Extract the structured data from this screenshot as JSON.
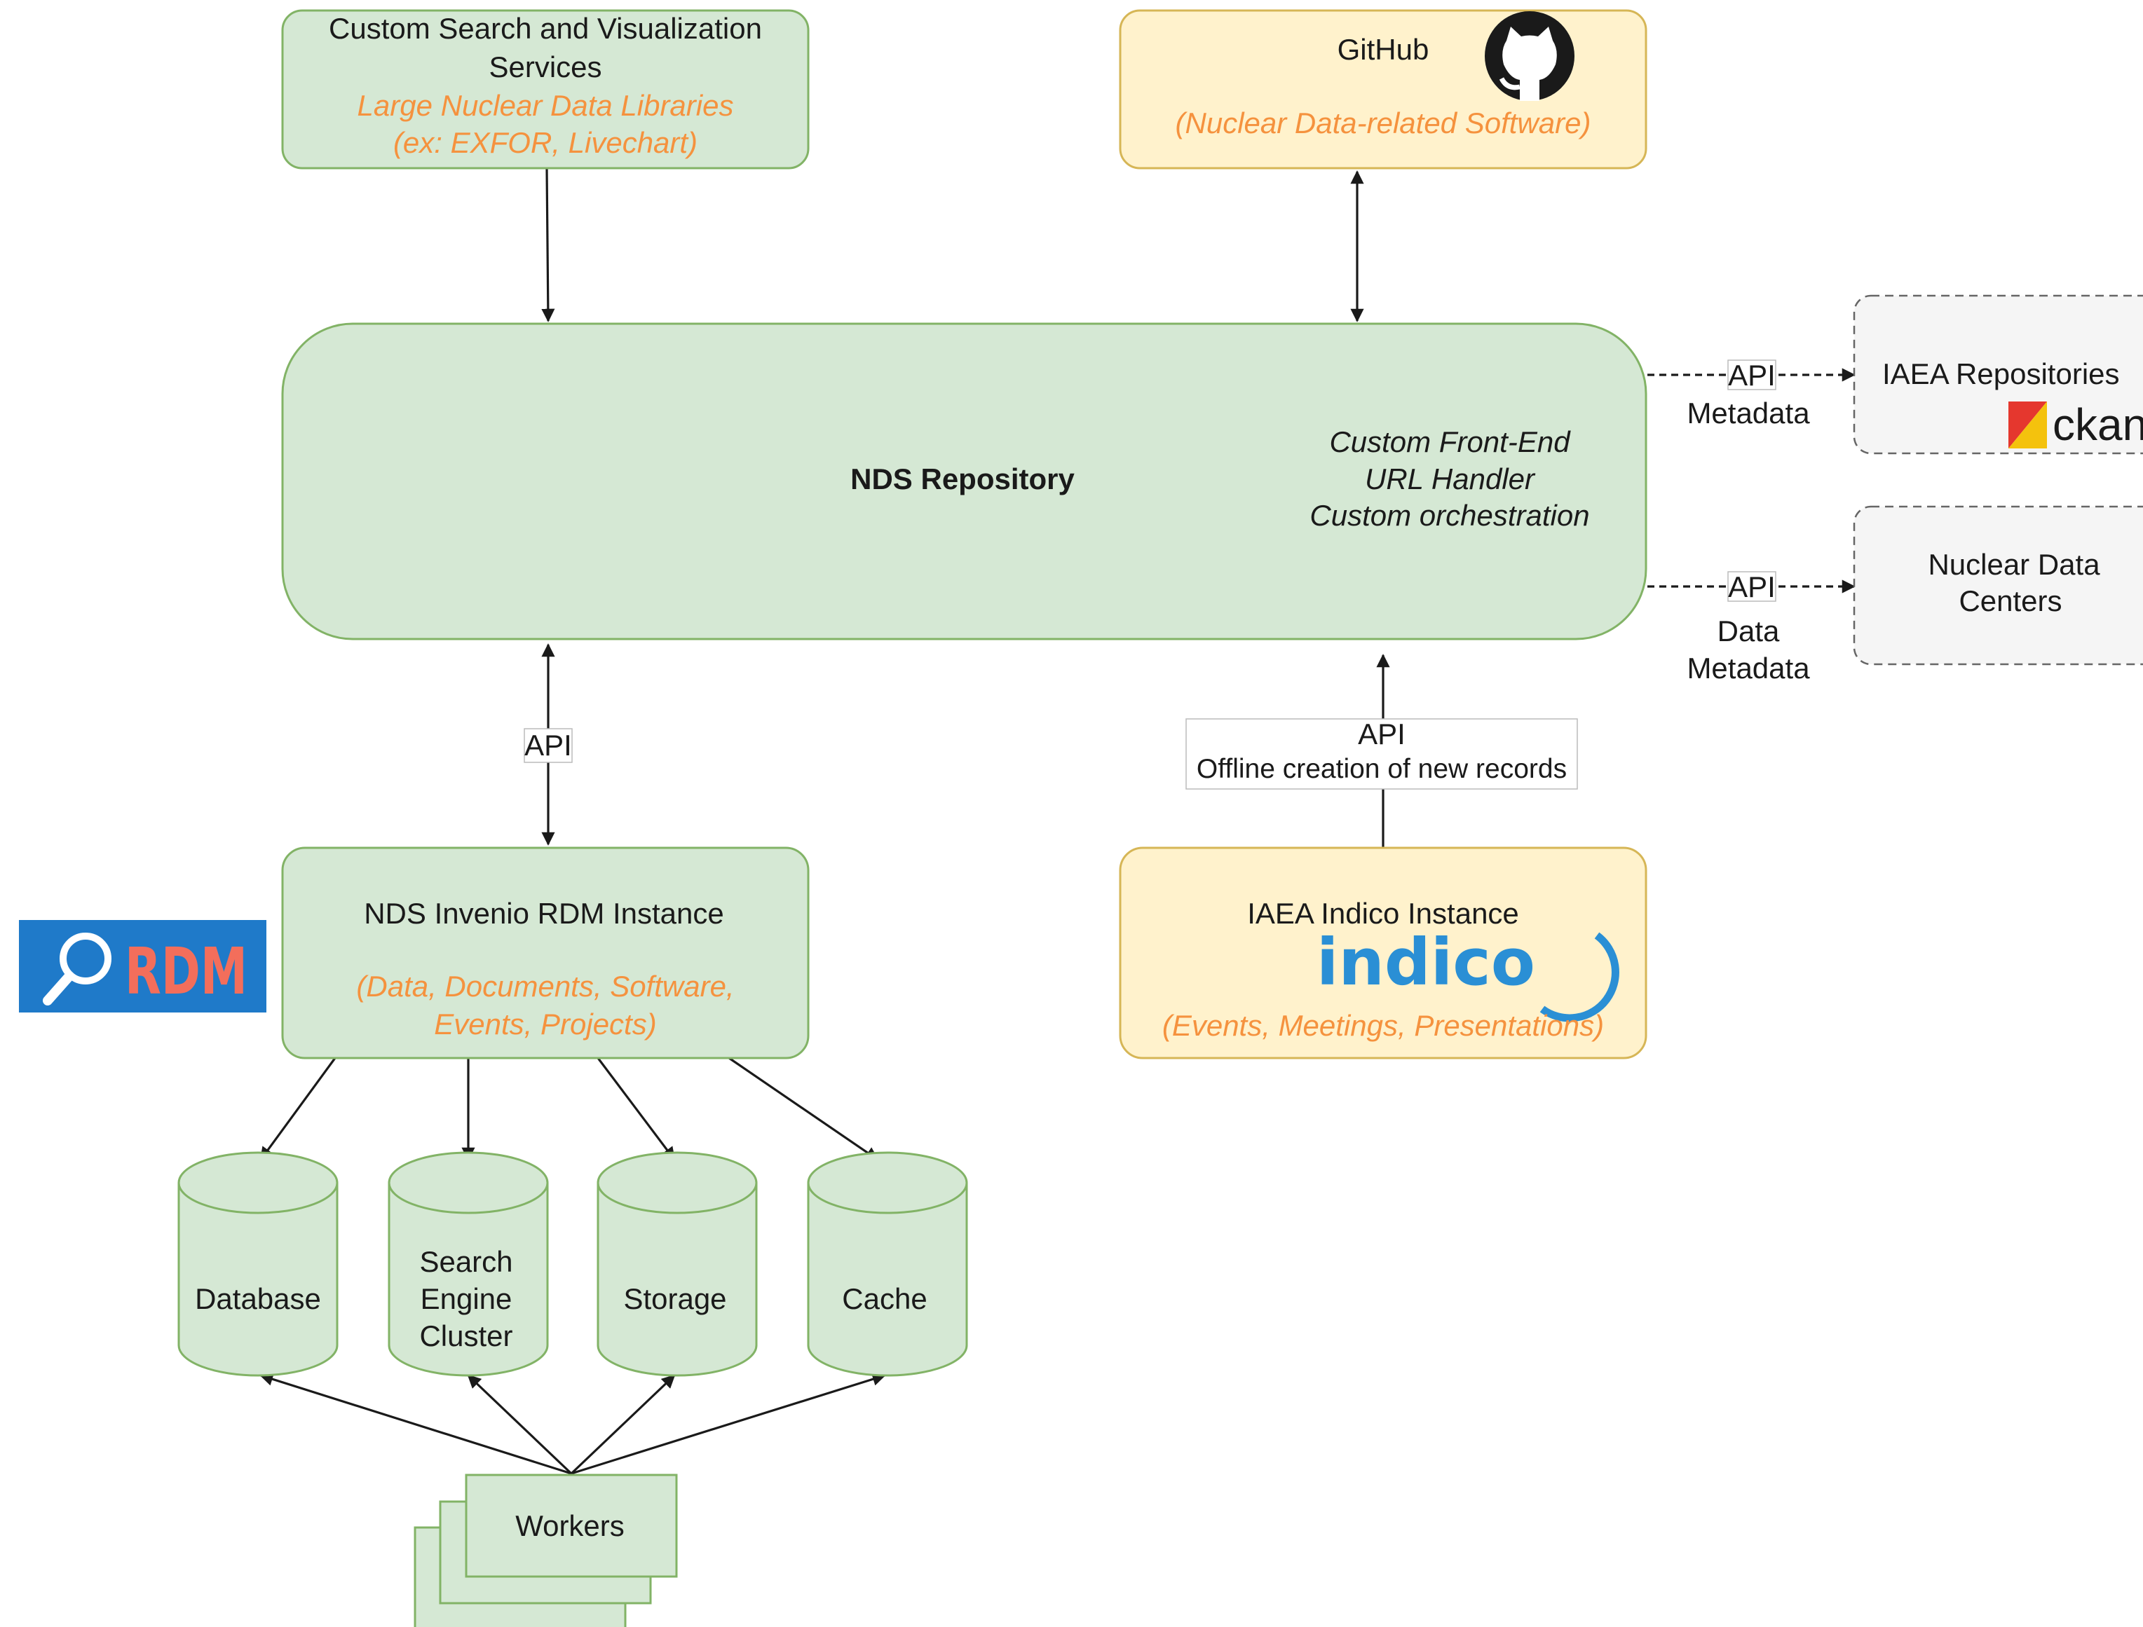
{
  "custom_search": {
    "title_line1": "Custom Search and Visualization",
    "title_line2": "Services",
    "sub_line1": "Large Nuclear Data Libraries",
    "sub_line2": "(ex: EXFOR, Livechart)"
  },
  "github": {
    "title": "GitHub",
    "sub": "(Nuclear Data-related Software)"
  },
  "nds_repository": {
    "title": "NDS Repository",
    "features": [
      "Custom Front-End",
      "URL Handler",
      "Custom orchestration"
    ]
  },
  "iaea_repositories": {
    "title": "IAEA Repositories",
    "logo_text": "ckan"
  },
  "nuclear_data_centers": {
    "line1": "Nuclear Data",
    "line2": "Centers"
  },
  "edge_labels": {
    "api": "API",
    "metadata": "Metadata",
    "data": "Data",
    "offline": "Offline creation of new records"
  },
  "invenio": {
    "title": "NDS Invenio RDM Instance",
    "sub_line1": "(Data, Documents, Software,",
    "sub_line2": "Events, Projects)"
  },
  "rdm_logo": {
    "text": "RDM"
  },
  "indico": {
    "title": "IAEA Indico Instance",
    "logo_text": "indico",
    "sub": "(Events, Meetings, Presentations)"
  },
  "stores": {
    "database": "Database",
    "search_line1": "Search",
    "search_line2": "Engine",
    "search_line3": "Cluster",
    "storage": "Storage",
    "cache": "Cache"
  },
  "workers": {
    "label": "Workers"
  },
  "colors": {
    "green_fill": "#d5e8d4",
    "green_stroke": "#82b366",
    "yellow_fill": "#fff2cc",
    "yellow_stroke": "#d6b656",
    "orange_text": "#f5923e",
    "rdm_blue": "#1f7ac9",
    "rdm_red": "#f36e5b",
    "indico_blue": "#2a8fd5"
  }
}
